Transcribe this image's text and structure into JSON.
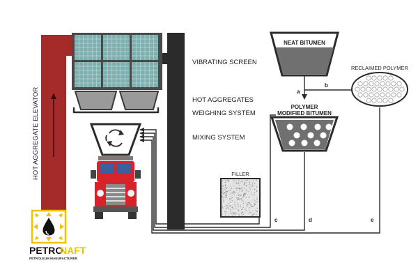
{
  "diagram": {
    "elevator_label": "HOT AGGREGATE ELEVATOR",
    "labels": {
      "vibrating_screen": "VIBRATING SCREEN",
      "hot_aggregates": "HOT AGGREGATES",
      "weighing_system": "WEIGHING SYSTEM",
      "mixing_system": "MIXING SYSTEM",
      "neat_bitumen": "NEAT BITUMEN",
      "polymer_line1": "POLYMER",
      "polymer_line2": "MODIFIED BITUMEN",
      "reclaimed_polymer": "RECLAIMED POLYMER",
      "filler": "FILLER"
    },
    "line_letters": {
      "a": "a",
      "b": "b",
      "c": "c",
      "d": "d",
      "e": "e"
    }
  },
  "logo": {
    "brand_part1": "PETRO",
    "brand_part2": "NAFT",
    "tagline": "PETROLEUM MANUFACTURER"
  },
  "colors": {
    "elevator_red": "#a52a2a",
    "tower_dark": "#2b2b2b",
    "screen_teal": "#7fb0b0",
    "bitumen_gray": "#707070",
    "truck_red": "#d8232a",
    "logo_yellow": "#f2c200"
  }
}
